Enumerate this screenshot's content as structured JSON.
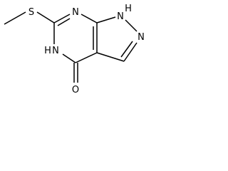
{
  "molecule": {
    "atoms": {
      "sulfur": "S",
      "n7": "N",
      "n1_nitrogen": "N",
      "n1_hydrogen": "H",
      "n2": "N",
      "n5_nitrogen": "N",
      "n5_hydrogen": "H",
      "oxygen": "O"
    }
  },
  "colors": {
    "bond": "#000000",
    "text": "#000000",
    "background": "#ffffff"
  }
}
